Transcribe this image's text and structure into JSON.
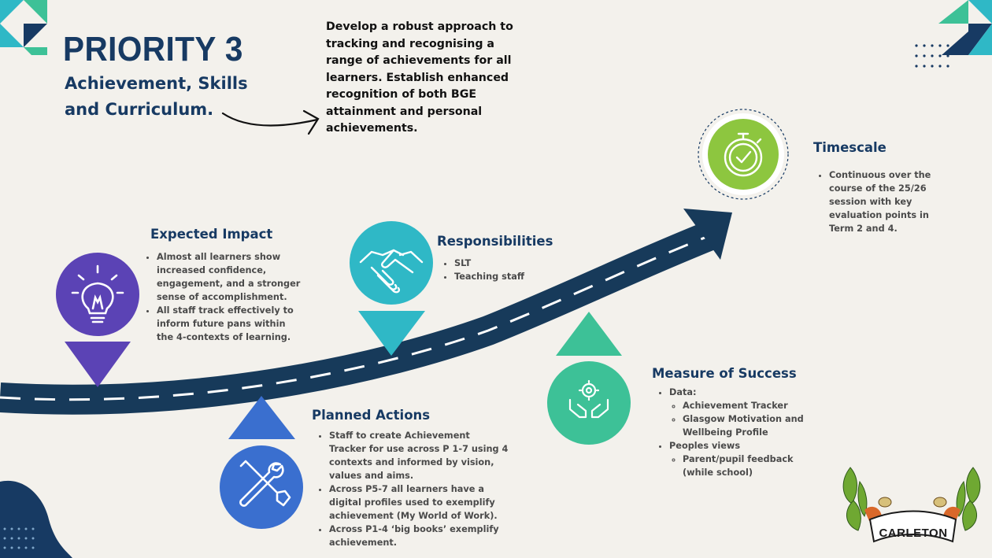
{
  "header": {
    "title": "PRIORITY 3",
    "subtitle": "Achievement, Skills and Curriculum.",
    "intro": "Develop a robust approach to tracking and recognising a range of achievements for all learners. Establish enhanced recognition of both BGE attainment and personal achievements."
  },
  "sections": {
    "expected_impact": {
      "heading": "Expected Impact",
      "points": [
        "Almost all learners show increased confidence, engagement, and a stronger sense of accomplishment.",
        "All staff track effectively to inform future pans within the 4-contexts of learning."
      ]
    },
    "responsibilities": {
      "heading": "Responsibilities",
      "points": [
        "SLT",
        "Teaching staff"
      ]
    },
    "planned_actions": {
      "heading": "Planned Actions",
      "points": [
        "Staff to create Achievement Tracker for use across P 1-7 using 4 contexts and informed by vision, values and aims.",
        "Across P5-7 all learners have a digital profiles used to exemplify achievement (My World of Work).",
        "Across P1-4 ‘big books’ exemplify achievement."
      ]
    },
    "measure_of_success": {
      "heading": "Measure of Success",
      "data_label": "Data:",
      "data_items": [
        "Achievement Tracker",
        "Glasgow Motivation and Wellbeing Profile"
      ],
      "views_label": "Peoples views",
      "views_items": [
        "Parent/pupil feedback (while school)"
      ]
    },
    "timescale": {
      "heading": "Timescale",
      "points": [
        "Continuous over the course of the 25/26 session with key evaluation points in Term 2 and 4."
      ]
    }
  },
  "logo": {
    "text": "CARLETON"
  },
  "icons": {
    "impact": "lightbulb-icon",
    "responsibilities": "handshake-icon",
    "planned_actions": "tools-icon",
    "measure": "hands-gear-icon",
    "timescale": "stopwatch-icon"
  },
  "colors": {
    "navy": "#173a63",
    "road": "#173a5a",
    "purple": "#5b43b5",
    "teal": "#2fb8c6",
    "blue": "#3a6fcf",
    "green": "#3dc197",
    "lime": "#8dc63f",
    "leaf": "#6fa832",
    "background": "#f3f1ec"
  }
}
